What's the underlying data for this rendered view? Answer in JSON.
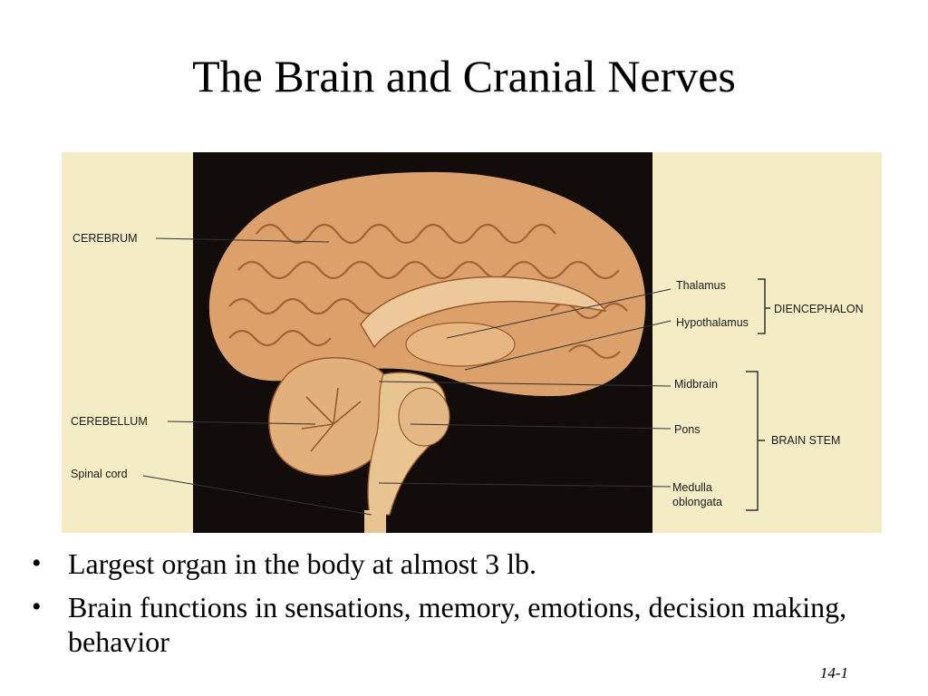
{
  "slide": {
    "title": "The Brain and Cranial Nerves",
    "number": "14-1"
  },
  "figure": {
    "labels": {
      "cerebrum": "CEREBRUM",
      "cerebellum": "CEREBELLUM",
      "spinal_cord": "Spinal cord",
      "thalamus": "Thalamus",
      "hypothalamus": "Hypothalamus",
      "midbrain": "Midbrain",
      "pons": "Pons",
      "medulla_line1": "Medulla",
      "medulla_line2": "oblongata",
      "diencephalon": "DIENCEPHALON",
      "brain_stem": "BRAIN STEM"
    },
    "colors": {
      "panel_background": "#f3ecc4",
      "photo_background": "#120d0a",
      "brain_tissue": "#dca06a"
    }
  },
  "bullets": [
    {
      "text": "Largest organ in the body at almost 3 lb."
    },
    {
      "text": "Brain functions in sensations, memory, emotions, decision making, behavior"
    }
  ]
}
